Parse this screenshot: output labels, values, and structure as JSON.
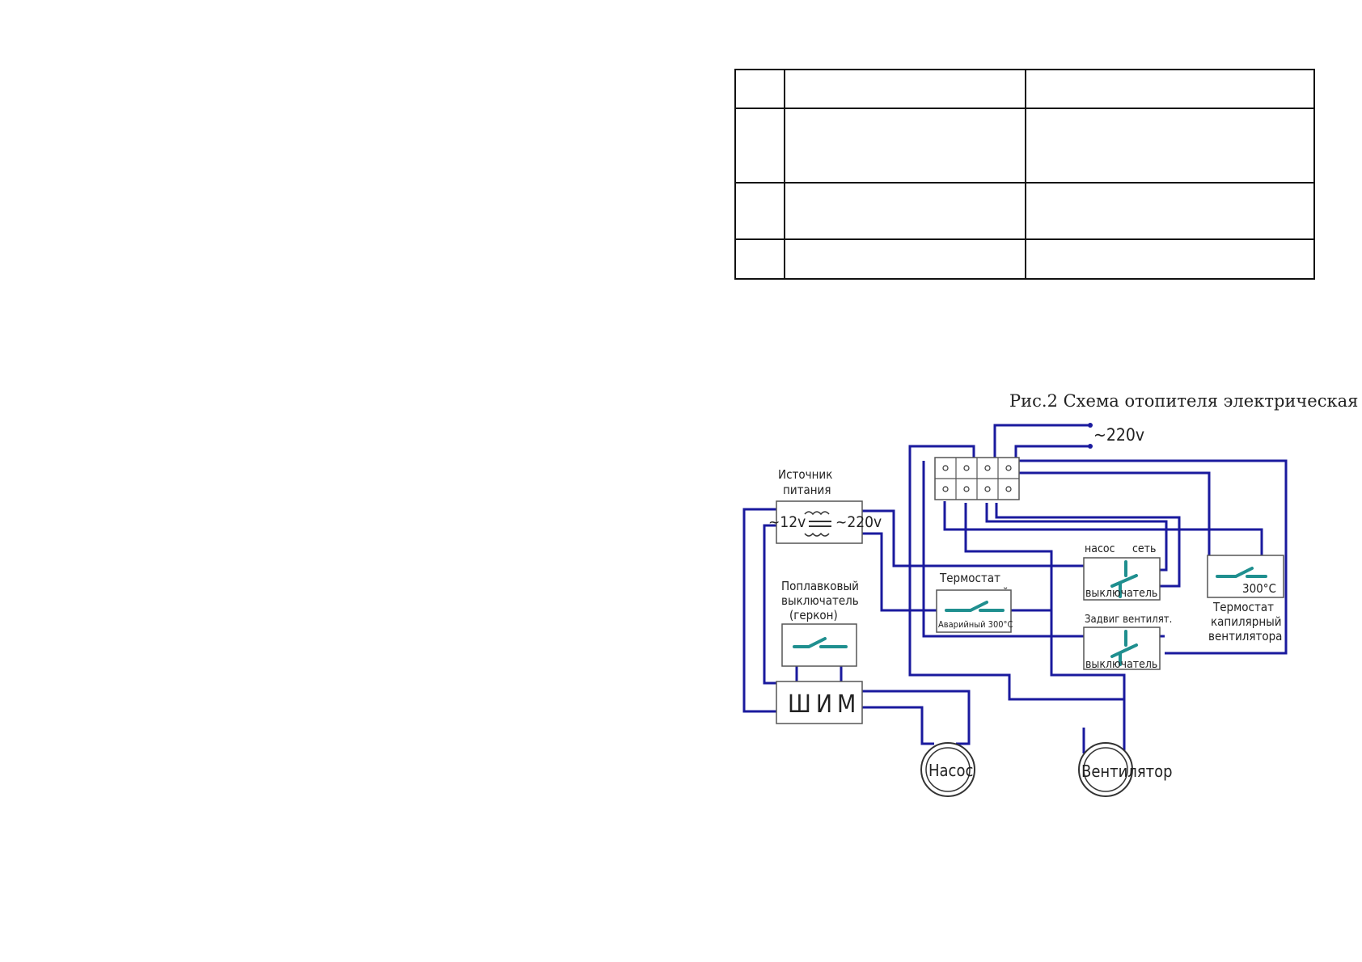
{
  "colors": {
    "wire": "#1a1a9e",
    "switch": "#1f8f8f"
  },
  "caption": "Рис.2 Схема отопителя электрическая",
  "labels": {
    "mains": "~220v",
    "psu_line1": "Источник",
    "psu_line2": "питания",
    "psu_low": "~12v",
    "psu_high": "~220v",
    "float_line1": "Поплавковый",
    "float_line2": "выключатель",
    "float_line3": "(геркон)",
    "pwm": "ШИМ",
    "pump": "Насос",
    "fan": "Вентилятор",
    "thermo1_line1": "Термостат",
    "thermo1_line2": "капилярный",
    "thermo1_box": "Аварийный 300°С",
    "sw1_left": "насос",
    "sw1_right": "сеть",
    "sw1_bottom": "выключатель",
    "sw2_top": "Задвиг вентилят.",
    "sw2_bottom": "выключатель",
    "thermo2_box": "300°С",
    "thermo2_line1": "Термостат",
    "thermo2_line2": "капилярный",
    "thermo2_line3": "вентилятора"
  }
}
